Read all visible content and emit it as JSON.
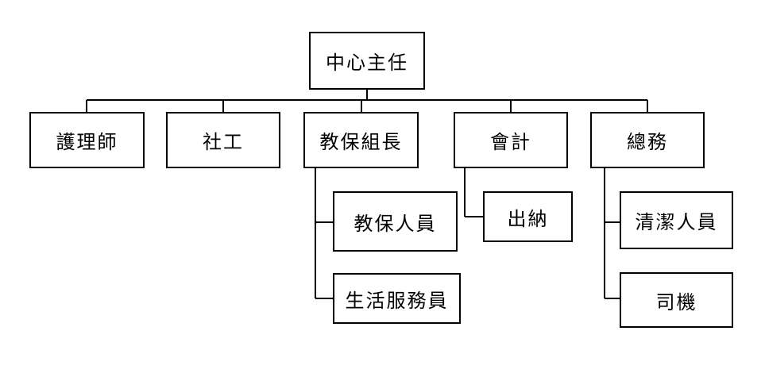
{
  "root": {
    "label": "中心主任"
  },
  "departments": [
    {
      "label": "護理師"
    },
    {
      "label": "社工"
    },
    {
      "label": "教保組長",
      "children": [
        {
          "label": "教保人員"
        },
        {
          "label": "生活服務員"
        }
      ]
    },
    {
      "label": "會計",
      "children": [
        {
          "label": "出納"
        }
      ]
    },
    {
      "label": "總務",
      "children": [
        {
          "label": "清潔人員"
        },
        {
          "label": "司機"
        }
      ]
    }
  ]
}
